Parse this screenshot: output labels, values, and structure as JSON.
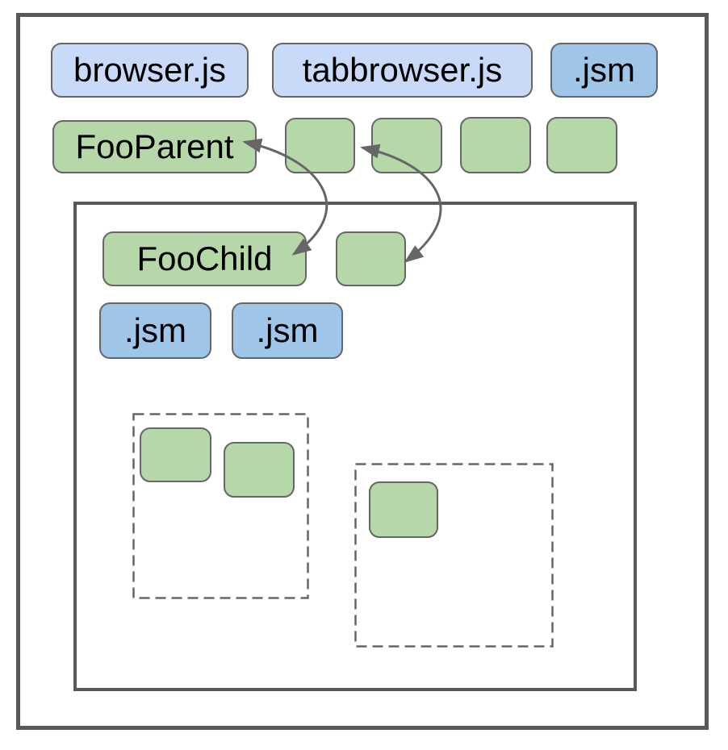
{
  "colors": {
    "script_fill": "#c9daf8",
    "module_fill": "#9fc5e8",
    "actor_fill": "#b6d7a8",
    "box_stroke": "#666666",
    "frame_stroke": "#595959",
    "arrow": "#666666",
    "text": "#000000",
    "background": "#ffffff"
  },
  "parent_process": {
    "scripts": [
      {
        "label": "browser.js"
      },
      {
        "label": "tabbrowser.js"
      }
    ],
    "module": {
      "label": ".jsm"
    },
    "main_actor": {
      "label": "FooParent"
    },
    "unlabeled_actor_count": 4
  },
  "child_process": {
    "main_actor": {
      "label": "FooChild"
    },
    "unlabeled_actor_count": 1,
    "modules": [
      {
        "label": ".jsm"
      },
      {
        "label": ".jsm"
      }
    ],
    "frames": [
      {
        "unlabeled_actor_count": 2
      },
      {
        "unlabeled_actor_count": 1
      }
    ]
  },
  "arrows": [
    {
      "between": [
        "FooParent",
        "FooChild"
      ],
      "style": "curved",
      "heads": "both"
    },
    {
      "between": [
        "parent actor",
        "child actor"
      ],
      "style": "curved",
      "heads": "both"
    }
  ]
}
